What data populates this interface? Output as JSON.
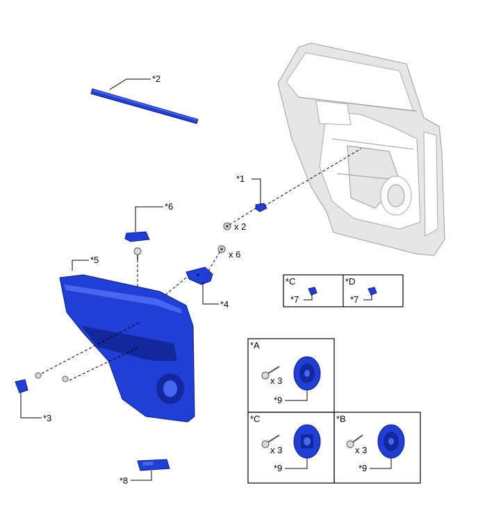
{
  "labels": {
    "p1": "*1",
    "p2": "*2",
    "p3": "*3",
    "p4": "*4",
    "p5": "*5",
    "p6": "*6",
    "p8": "*8"
  },
  "quantities": {
    "bolt_x2": "x 2",
    "nut_x6": "x 6"
  },
  "inset_top": {
    "boxC": {
      "tag": "*C",
      "part": "*7"
    },
    "boxD": {
      "tag": "*D",
      "part": "*7"
    }
  },
  "speaker_insets": {
    "A": {
      "tag": "*A",
      "qty": "x 3",
      "part": "*9"
    },
    "C": {
      "tag": "*C",
      "qty": "x 3",
      "part": "*9"
    },
    "B": {
      "tag": "*B",
      "qty": "x 3",
      "part": "*9"
    }
  },
  "colors": {
    "part_blue": "#1f3fd6",
    "frame_gray": "#e6e6e6"
  }
}
